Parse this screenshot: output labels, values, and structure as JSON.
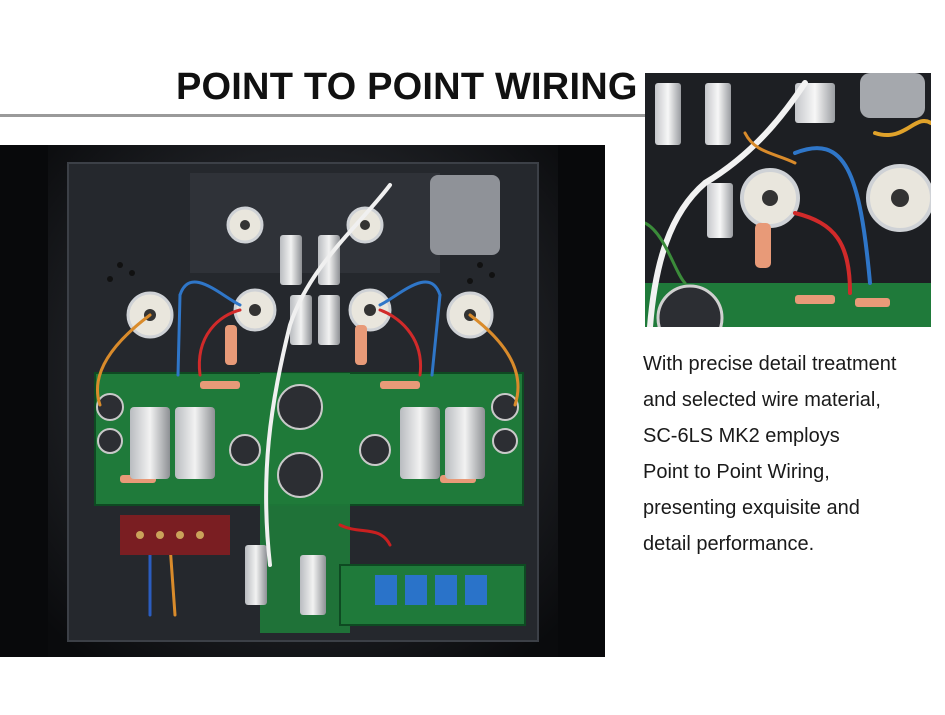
{
  "heading": {
    "title": "POINT TO POINT WIRING"
  },
  "description": {
    "lines": [
      "With precise detail treatment",
      "and selected wire material,",
      "SC-6LS MK2 employs",
      "Point to Point Wiring,",
      "presenting exquisite and",
      "detail performance."
    ]
  },
  "images": {
    "main": {
      "icon": "amplifier-internal-wiring-photo"
    },
    "detail": {
      "icon": "tube-socket-closeup-photo"
    }
  },
  "colors": {
    "background": "#ffffff",
    "title": "#111111",
    "rule": "#9a9a9a",
    "pcb": "#1f7a3a",
    "chassis": "#1c1e22"
  }
}
